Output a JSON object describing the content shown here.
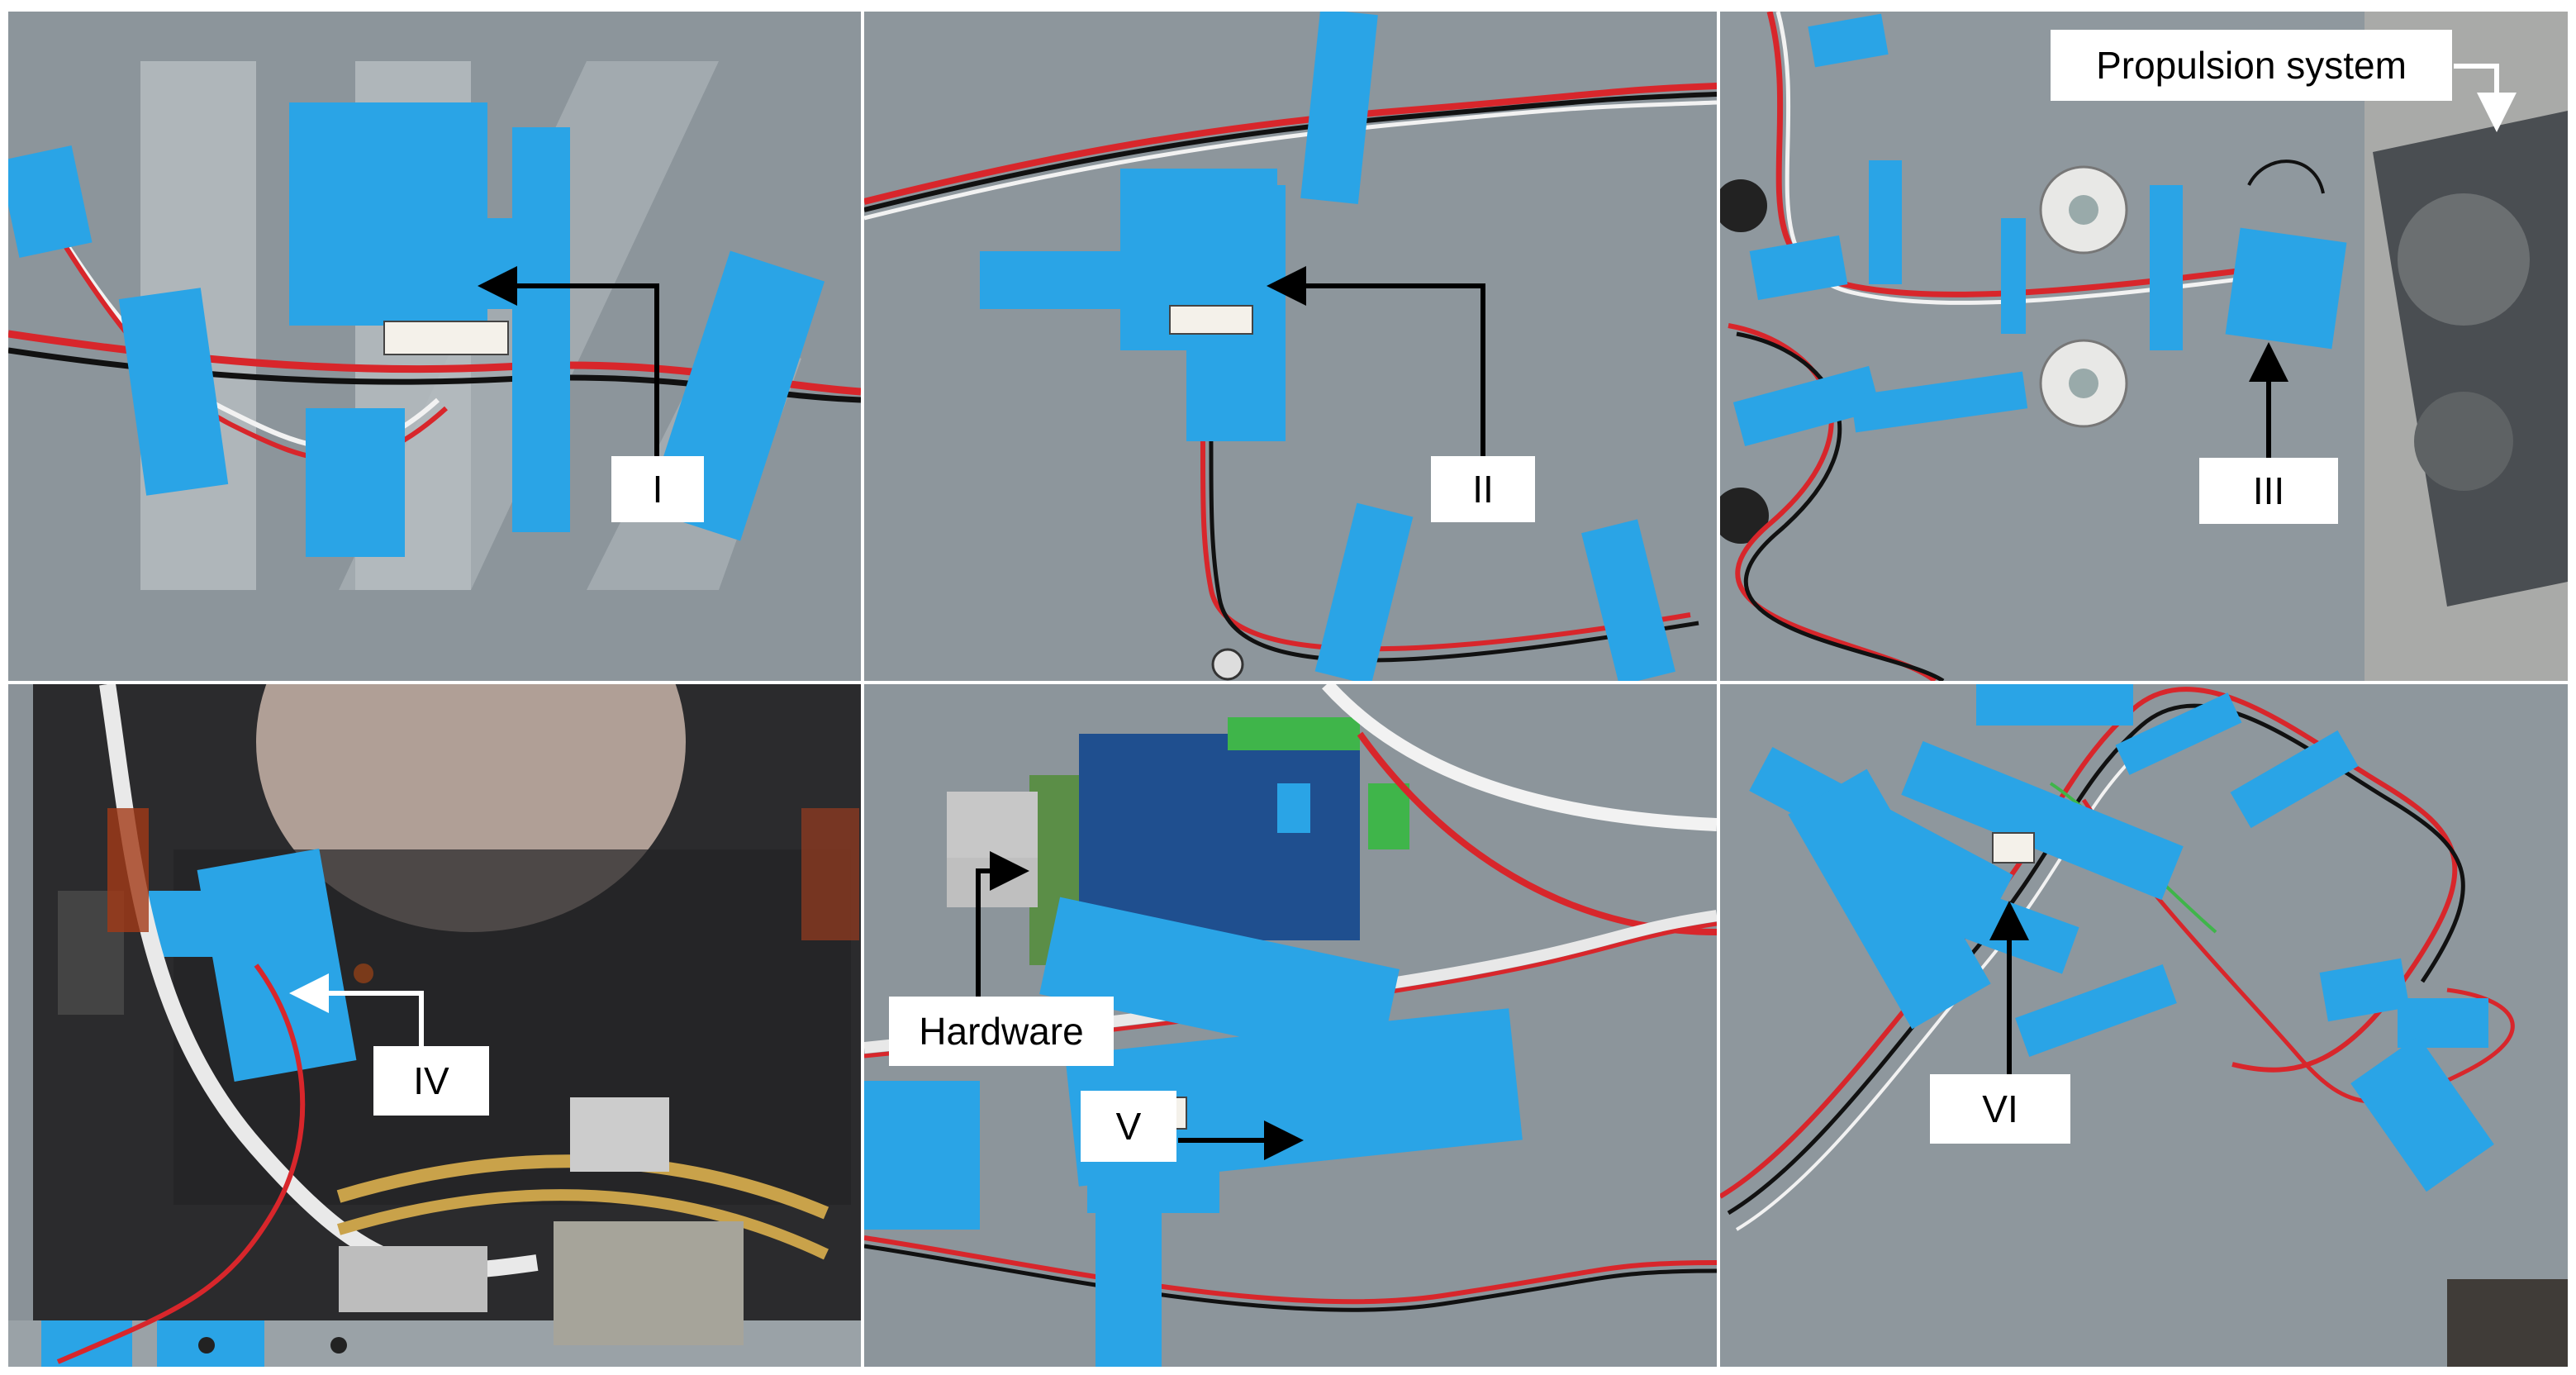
{
  "panels": [
    {
      "id": "I",
      "label": "I"
    },
    {
      "id": "II",
      "label": "II"
    },
    {
      "id": "III",
      "label": "III"
    },
    {
      "id": "IV",
      "label": "IV"
    },
    {
      "id": "V",
      "label": "V"
    },
    {
      "id": "VI",
      "label": "VI"
    }
  ],
  "callouts": {
    "propulsion": "Propulsion system",
    "hardware": "Hardware"
  },
  "colors": {
    "tape": "#2aa4e6",
    "panel_gray": "#8e969b",
    "wire_red": "#d8262b",
    "wire_black": "#111111",
    "wire_white": "#f2f2f2",
    "label_bg": "#ffffff",
    "arrow_black": "#000000",
    "arrow_white": "#ffffff"
  }
}
